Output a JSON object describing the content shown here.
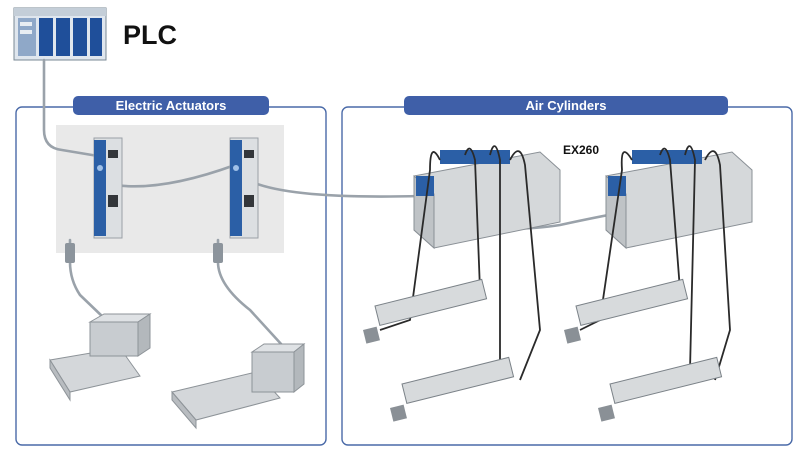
{
  "plc": {
    "label": "PLC",
    "icon": "plc-icon"
  },
  "groups": {
    "electric": {
      "title": "Electric Actuators"
    },
    "air": {
      "title": "Air Cylinders"
    }
  },
  "manifold_label": "EX260",
  "colors": {
    "group_border": "#4a6aa8",
    "title_bg": "#3f5fa8",
    "title_text": "#ffffff",
    "cable": "#9aa2aa",
    "tube": "#2a2a2a",
    "driver_blue": "#2b5fa6",
    "valve_body": "#d5d8da",
    "panel_bg": "#e9e9e9"
  }
}
